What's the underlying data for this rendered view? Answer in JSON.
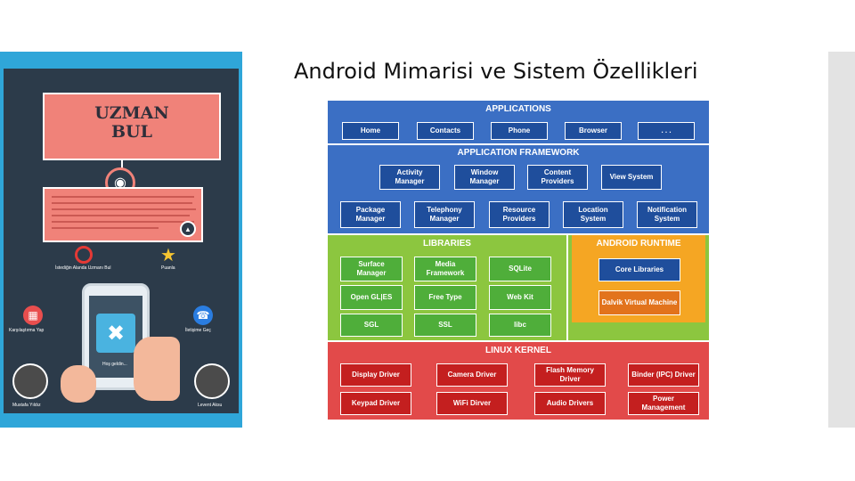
{
  "slide": {
    "title": "Android Mimarisi ve Sistem Özellikleri"
  },
  "poster": {
    "title_line1": "UZMAN",
    "title_line2": "BUL",
    "labels": {
      "top_left": "İstediğin Alanda Uzmanı Bul",
      "top_right": "Puanla",
      "mid_left": "Karşılaştırma Yap",
      "mid_right": "İletişime Geç",
      "bottom_left": "Mustafa Yıldız",
      "bottom_right": "Levent Aksu",
      "phone_caption": "Hoş geldin..."
    },
    "colors": {
      "frame": "#2fa6d9",
      "background": "#2c3b4a",
      "accent": "#f08279"
    }
  },
  "diagram": {
    "applications": {
      "title": "APPLICATIONS",
      "items": [
        "Home",
        "Contacts",
        "Phone",
        "Browser",
        ". . ."
      ]
    },
    "framework": {
      "title": "APPLICATION FRAMEWORK",
      "row1": [
        "Activity Manager",
        "Window Manager",
        "Content Providers",
        "View System"
      ],
      "row2": [
        "Package Manager",
        "Telephony Manager",
        "Resource Providers",
        "Location System",
        "Notification System"
      ]
    },
    "libraries": {
      "title": "LIBRARIES",
      "items": [
        "Surface Manager",
        "Media Framework",
        "SQLite",
        "Open GL|ES",
        "Free Type",
        "Web Kit",
        "SGL",
        "SSL",
        "libc"
      ]
    },
    "runtime": {
      "title": "ANDROID RUNTIME",
      "items": [
        "Core Libraries",
        "Dalvik Virtual Machine"
      ]
    },
    "kernel": {
      "title": "LINUX KERNEL",
      "row1": [
        "Display Driver",
        "Camera Driver",
        "Flash Memory Driver",
        "Binder (IPC) Driver"
      ],
      "row2": [
        "Keypad Driver",
        "WiFi Dirver",
        "Audio Drivers",
        "Power Management"
      ]
    },
    "colors": {
      "applications": "#3b6fc4",
      "framework": "#3b6fc4",
      "libraries": "#8cc63f",
      "runtime": "#f5a623",
      "kernel": "#e24a4a"
    }
  }
}
